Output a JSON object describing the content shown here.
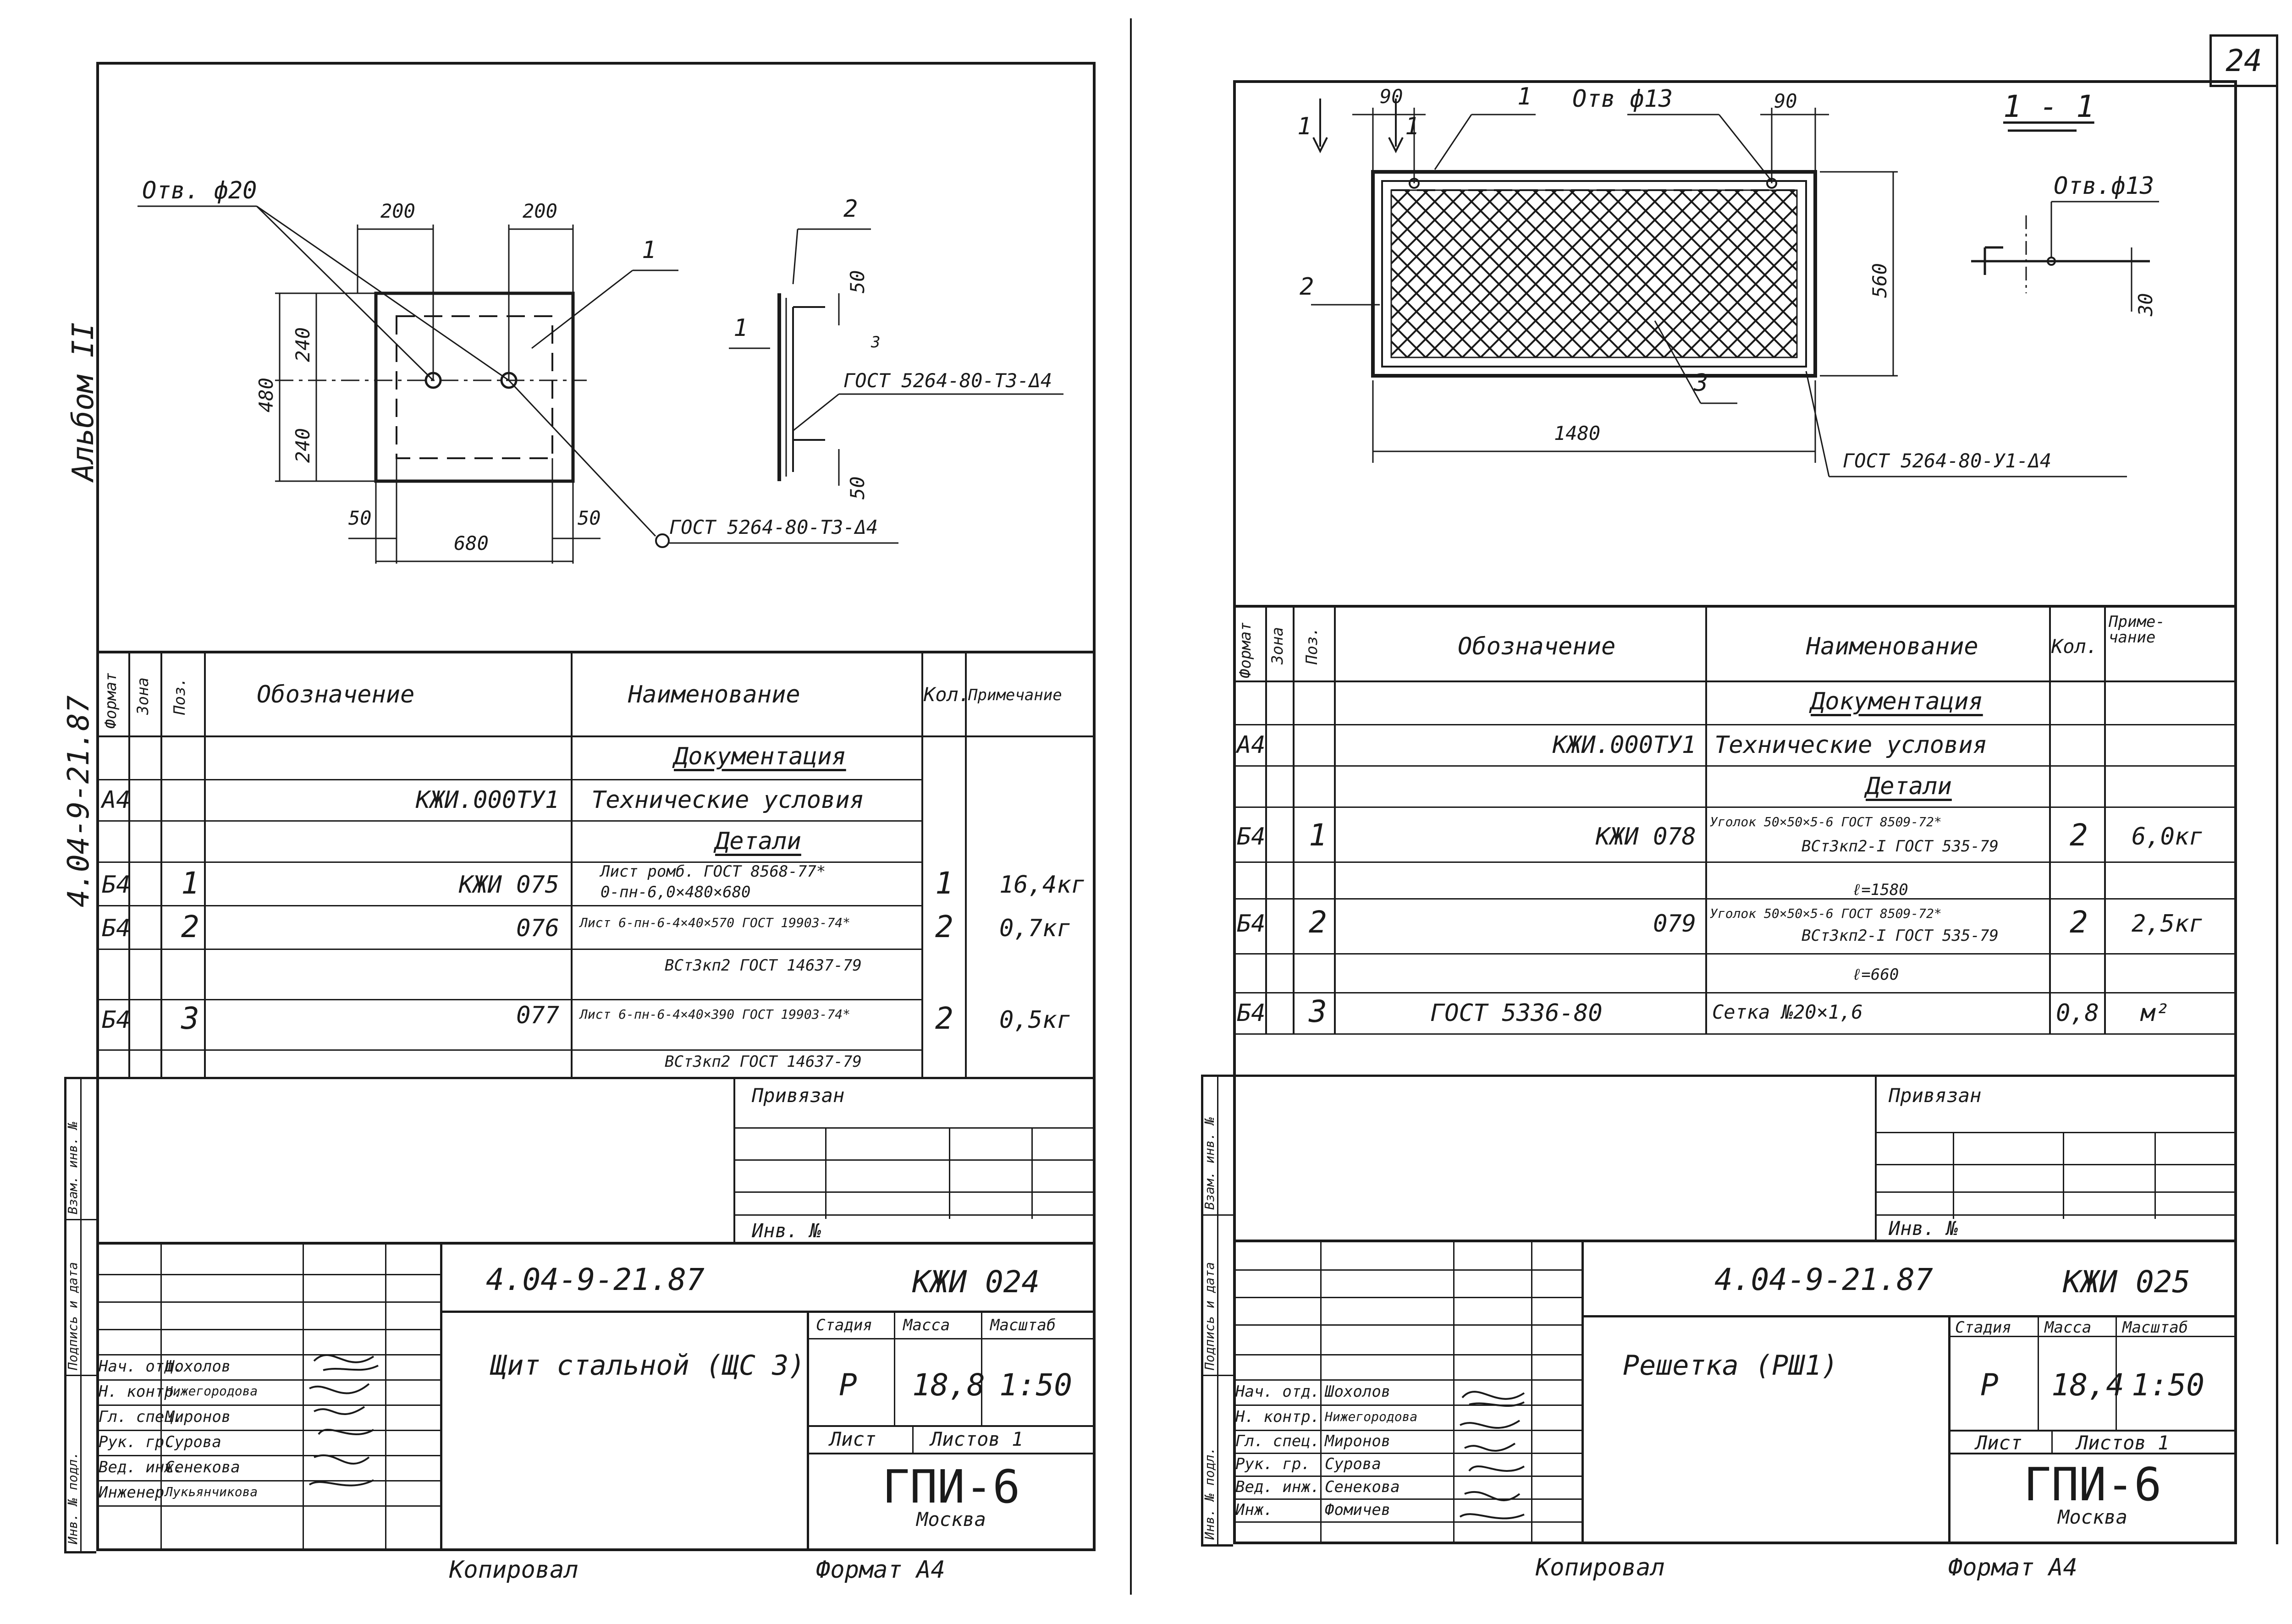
{
  "left": {
    "side_label_album": "Альбом II",
    "side_label_code": "4.04-9-21.87",
    "drawing": {
      "hole_label": "Отв. ф20",
      "dim_200_a": "200",
      "dim_200_b": "200",
      "dim_480": "480",
      "dim_240_a": "240",
      "dim_240_b": "240",
      "dim_50_left": "50",
      "dim_50_right": "50",
      "dim_680": "680",
      "pos_1": "1",
      "pos_2": "2",
      "pos_1_side": "1",
      "dim_50_top": "50",
      "dim_50_bottom": "50",
      "dim_3": "3",
      "weld_1": "ГОСТ 5264-80-Т3-Δ4",
      "weld_2": "ГОСТ 5264-80-Т3-Δ4"
    },
    "spec": {
      "headers": {
        "format": "Формат",
        "zone": "Зона",
        "pos": "Поз.",
        "designation": "Обозначение",
        "name": "Наименование",
        "qty": "Кол.",
        "note": "Примечание"
      },
      "section_docs": "Документация",
      "section_details": "Детали",
      "rows": [
        {
          "format": "А4",
          "pos": "",
          "designation": "КЖИ.000ТУ1",
          "name": "Технические условия",
          "name2": "",
          "qty": "",
          "note": ""
        },
        {
          "format": "Б4",
          "pos": "1",
          "designation": "КЖИ 075",
          "name": "Лист ромб. ГОСТ 8568-77*",
          "name2": "0-пн-6,0×480×680",
          "qty": "1",
          "note": "16,4кг"
        },
        {
          "format": "Б4",
          "pos": "2",
          "designation": "076",
          "name": "Лист 6-пн-6-4×40×570 ГОСТ 19903-74*",
          "name2": "ВСт3кп2 ГОСТ 14637-79",
          "qty": "2",
          "note": "0,7кг"
        },
        {
          "format": "Б4",
          "pos": "3",
          "designation": "077",
          "name": "Лист 6-пн-6-4×40×390 ГОСТ 19903-74*",
          "name2": "ВСт3кп2 ГОСТ 14637-79",
          "qty": "2",
          "note": "0,5кг"
        }
      ]
    },
    "privyazan": "Привязан",
    "inv_no": "Инв. №",
    "side_stamp": [
      "Инв. № подл.",
      "Подпись и дата",
      "Взам. инв. №"
    ],
    "title_block": {
      "code": "4.04-9-21.87",
      "doc": "КЖИ 024",
      "name": "Щит стальной (ЩС 3)",
      "stage_h": "Стадия",
      "mass_h": "Масса",
      "scale_h": "Масштаб",
      "stage": "Р",
      "mass": "18,8",
      "scale": "1:50",
      "sheet_h": "Лист",
      "sheets_h": "Листов 1",
      "org": "ГПИ-6",
      "city": "Москва",
      "people": [
        {
          "role": "Нач. отд.",
          "name": "Шохолов"
        },
        {
          "role": "Н. контр.",
          "name": "Нижегородова"
        },
        {
          "role": "Гл. спец.",
          "name": "Миронов"
        },
        {
          "role": "Рук. гр.",
          "name": "Сурова"
        },
        {
          "role": "Вед. инж.",
          "name": "Сенекова"
        },
        {
          "role": "Инженер",
          "name": "Лукьянчикова"
        }
      ]
    },
    "footer_copied": "Копировал",
    "footer_format": "Формат А4"
  },
  "right": {
    "page_number": "24",
    "drawing": {
      "section_mark_1": "1",
      "section_mark_2": "1",
      "dim_90_a": "90",
      "dim_90_b": "90",
      "pos_1": "1",
      "hole_top": "Отв ф13",
      "section_title": "1 - 1",
      "hole_section": "Отв.ф13",
      "dim_560": "560",
      "dim_30": "30",
      "pos_2": "2",
      "pos_3": "3",
      "dim_1480": "1480",
      "weld": "ГОСТ 5264-80-У1-Δ4"
    },
    "spec": {
      "headers": {
        "format": "Формат",
        "zone": "Зона",
        "pos": "Поз.",
        "designation": "Обозначение",
        "name": "Наименование",
        "qty": "Кол.",
        "note": "Приме-чание"
      },
      "section_docs": "Документация",
      "section_details": "Детали",
      "rows": [
        {
          "format": "А4",
          "pos": "",
          "designation": "КЖИ.000ТУ1",
          "name": "Технические условия",
          "name2": "",
          "name3": "",
          "qty": "",
          "note": ""
        },
        {
          "format": "Б4",
          "pos": "1",
          "designation": "КЖИ 078",
          "name": "Уголок 50×50×5-6 ГОСТ 8509-72*",
          "name2": "ВСт3кп2-I ГОСТ 535-79",
          "name3": "ℓ=1580",
          "qty": "2",
          "note": "6,0кг"
        },
        {
          "format": "Б4",
          "pos": "2",
          "designation": "079",
          "name": "Уголок 50×50×5-6 ГОСТ 8509-72*",
          "name2": "ВСт3кп2-I ГОСТ 535-79",
          "name3": "ℓ=660",
          "qty": "2",
          "note": "2,5кг"
        },
        {
          "format": "Б4",
          "pos": "3",
          "designation": "ГОСТ 5336-80",
          "name": "Сетка №20×1,6",
          "name2": "",
          "name3": "",
          "qty": "0,8",
          "note": "м²"
        }
      ]
    },
    "privyazan": "Привязан",
    "inv_no": "Инв. №",
    "side_stamp": [
      "Инв. № подл.",
      "Подпись и дата",
      "Взам. инв. №"
    ],
    "title_block": {
      "code": "4.04-9-21.87",
      "doc": "КЖИ 025",
      "name": "Решетка (РШ1)",
      "stage_h": "Стадия",
      "mass_h": "Масса",
      "scale_h": "Масштаб",
      "stage": "Р",
      "mass": "18,4",
      "scale": "1:50",
      "sheet_h": "Лист",
      "sheets_h": "Листов 1",
      "org": "ГПИ-6",
      "city": "Москва",
      "people": [
        {
          "role": "Нач. отд.",
          "name": "Шохолов"
        },
        {
          "role": "Н. контр.",
          "name": "Нижегородова"
        },
        {
          "role": "Гл. спец.",
          "name": "Миронов"
        },
        {
          "role": "Рук. гр.",
          "name": "Сурова"
        },
        {
          "role": "Вед. инж.",
          "name": "Сенекова"
        },
        {
          "role": "Инж.",
          "name": "Фомичев"
        }
      ]
    },
    "footer_copied": "Копировал",
    "footer_format": "Формат А4"
  }
}
